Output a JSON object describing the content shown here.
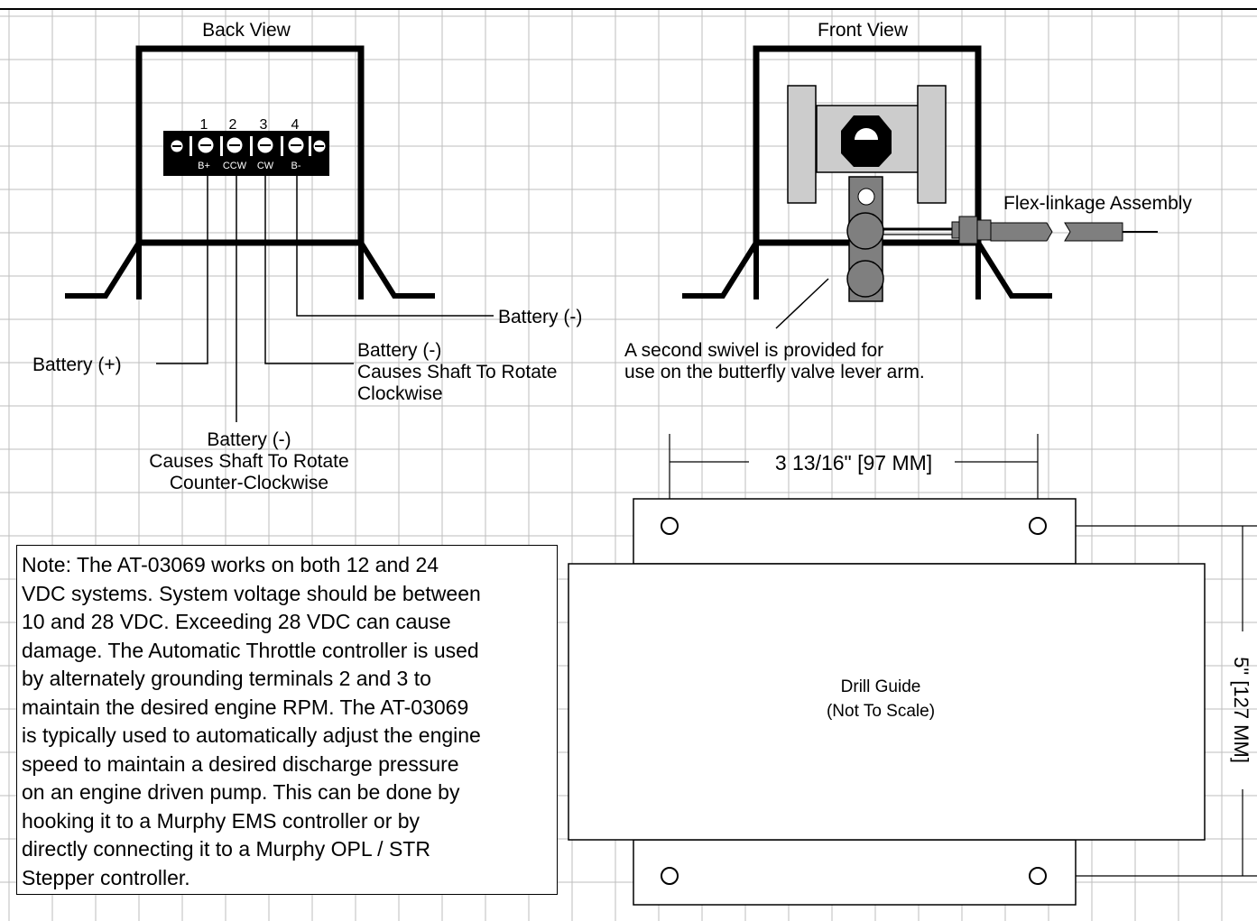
{
  "back_view": {
    "title": "Back View",
    "terminal_numbers": [
      "1",
      "2",
      "3",
      "4"
    ],
    "terminal_labels": [
      "B+",
      "CCW",
      "CW",
      "B-"
    ],
    "callouts": {
      "battery_plus": "Battery (+)",
      "battery_minus_4": "Battery (-)",
      "cw_lines": [
        "Battery (-)",
        "Causes Shaft To Rotate",
        "Clockwise"
      ],
      "ccw_lines": [
        "Battery (-)",
        "Causes Shaft To Rotate",
        "Counter-Clockwise"
      ]
    }
  },
  "front_view": {
    "title": "Front View",
    "flex_label": "Flex-linkage Assembly",
    "swivel_note_lines": [
      "A second swivel is provided for",
      "use on the butterfly valve lever arm."
    ]
  },
  "drill_guide": {
    "width_dim": "3 13/16\" [97 MM]",
    "height_dim": "5\" [127 MM]",
    "label_lines": [
      "Drill Guide",
      "(Not To Scale)"
    ]
  },
  "note_lines": [
    "Note: The AT-03069 works on both 12 and 24",
    "VDC systems. System voltage should be between",
    "10 and 28 VDC. Exceeding 28 VDC can cause",
    "damage. The Automatic Throttle controller is used",
    "by alternately grounding terminals 2 and 3 to",
    "maintain the desired engine RPM. The AT-03069",
    "is typically used to automatically adjust the engine",
    "speed to maintain a desired discharge pressure",
    "on an engine driven pump. This can be done by",
    "hooking it to a Murphy EMS controller or by",
    "directly connecting it to a Murphy OPL / STR",
    "Stepper controller."
  ],
  "colors": {
    "grid": "#bdbdbd",
    "ink": "#000000",
    "bracket_gray": "#cccccc",
    "swivel_gray": "#7f7f7f"
  }
}
